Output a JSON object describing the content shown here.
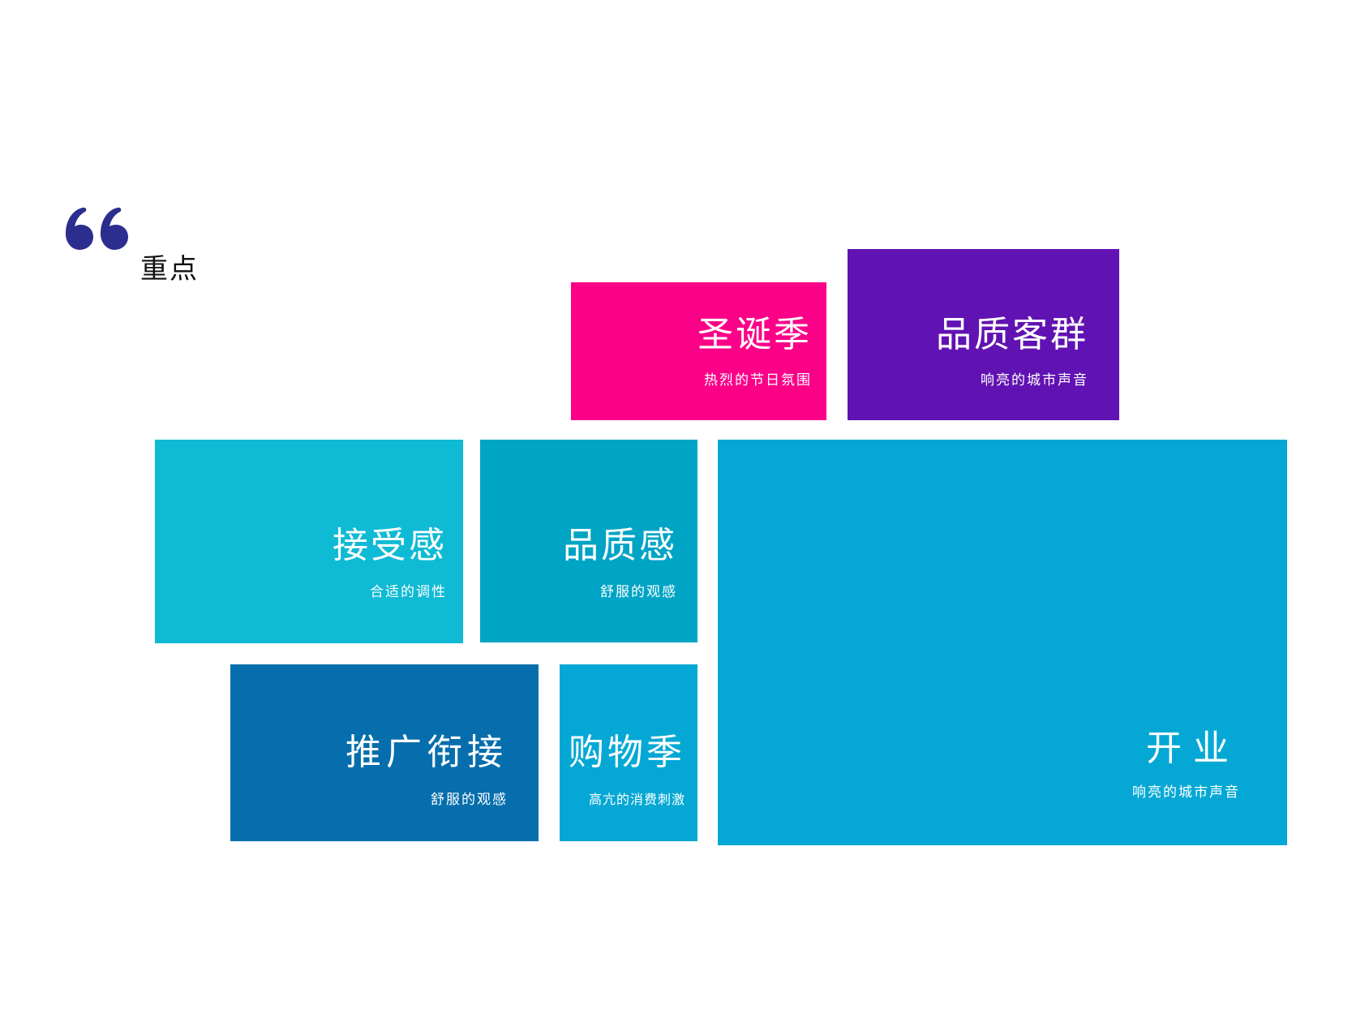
{
  "header": {
    "quote_icon": "double-quote-open-icon",
    "quote_color": "#2B2E8F",
    "title": "重点"
  },
  "tiles": [
    {
      "id": "christmas",
      "title": "圣诞季",
      "subtitle": "热烈的节日氛围",
      "color": "#FB0188"
    },
    {
      "id": "quality-customers",
      "title": "品质客群",
      "subtitle": "响亮的城市声音",
      "color": "#6112B2"
    },
    {
      "id": "acceptance",
      "title": "接受感",
      "subtitle": "合适的调性",
      "color": "#0FBAD4"
    },
    {
      "id": "quality",
      "title": "品质感",
      "subtitle": "舒服的观感",
      "color": "#00A4C5"
    },
    {
      "id": "opening",
      "title": "开业",
      "subtitle": "响亮的城市声音",
      "color": "#05A8D5"
    },
    {
      "id": "promotion",
      "title": "推广衔接",
      "subtitle": "舒服的观感",
      "color": "#066EAD"
    },
    {
      "id": "shopping",
      "title": "购物季",
      "subtitle": "高亢的消费刺激",
      "color": "#05A8D5"
    }
  ]
}
